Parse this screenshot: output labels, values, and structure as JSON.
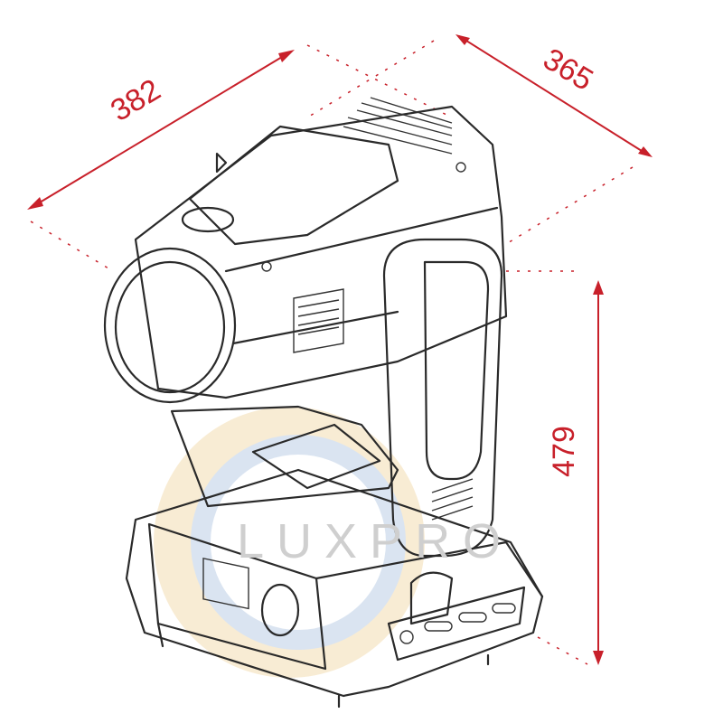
{
  "dimensions": {
    "depth": "382",
    "width": "365",
    "height": "479"
  },
  "watermark": {
    "text": "LUXPRO"
  },
  "colors": {
    "dimension": "#c8202a",
    "line": "#2a2a2a",
    "watermark_ring_outer": "#f7e6c4",
    "watermark_ring_inner": "#d6e2f0"
  }
}
